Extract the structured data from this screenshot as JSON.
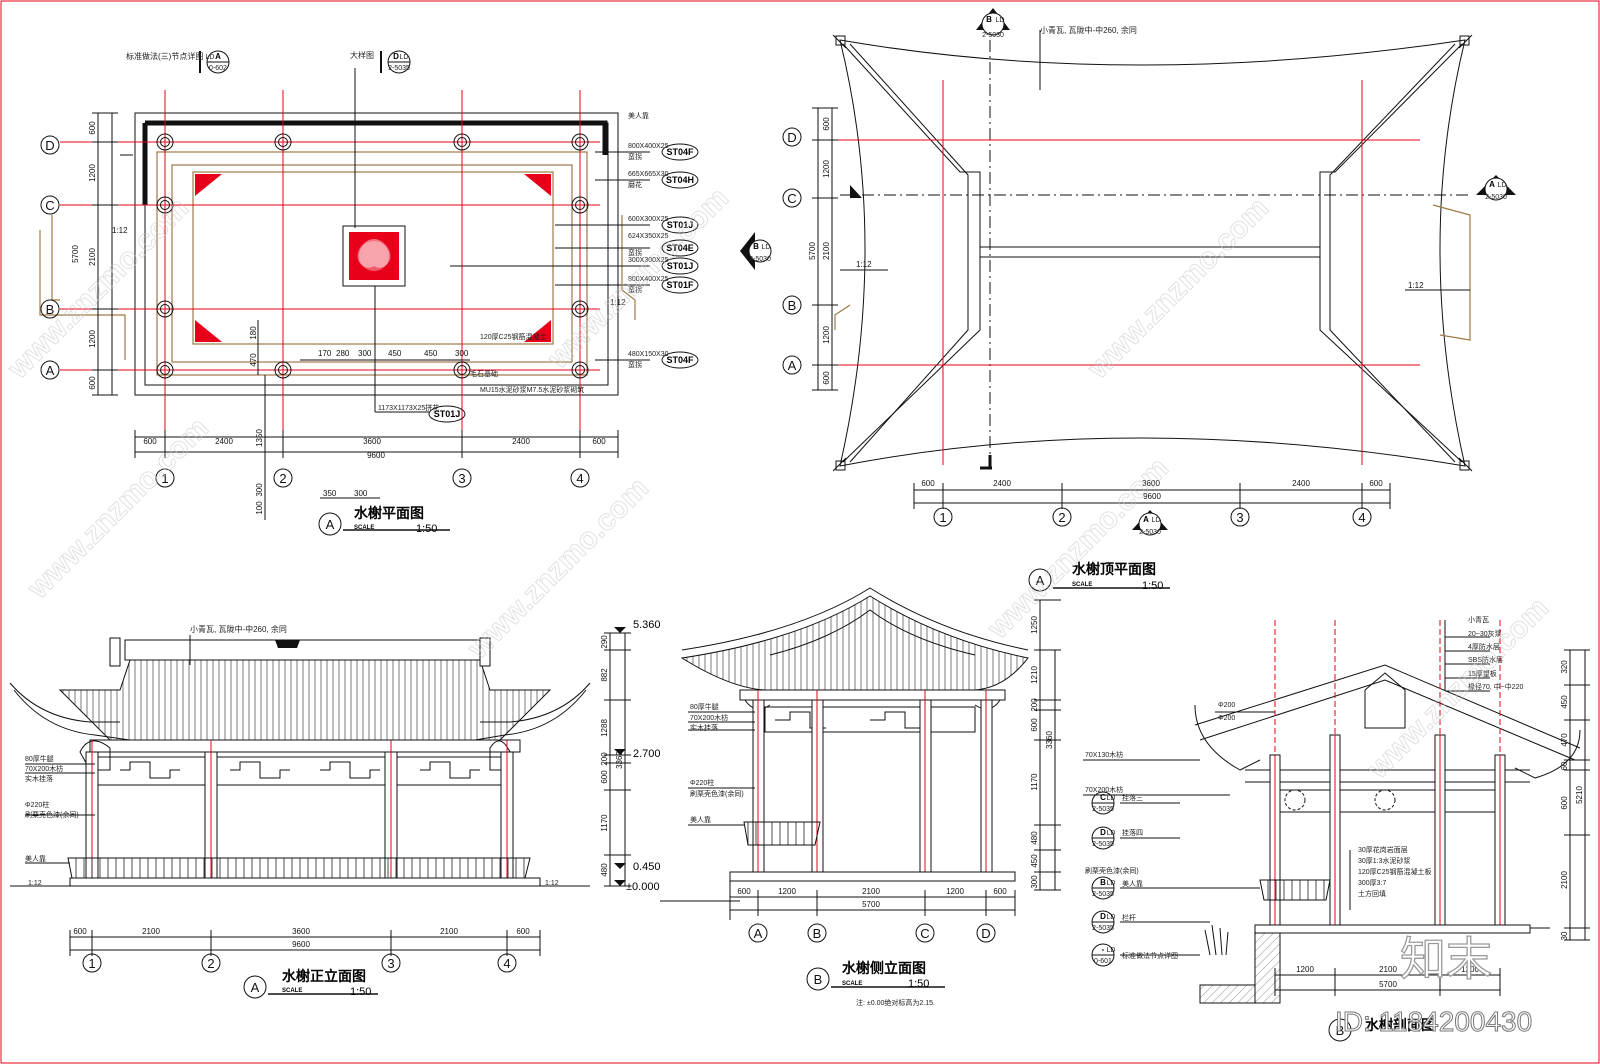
{
  "plan": {
    "title": "水榭平面图",
    "scale_label": "SCALE",
    "ratio": "1:50",
    "view_letter": "A",
    "grid_rows": [
      "D",
      "C",
      "B",
      "A"
    ],
    "grid_cols": [
      "1",
      "2",
      "3",
      "4"
    ],
    "dims_bottom": [
      "600",
      "2400",
      "3600",
      "2400",
      "600"
    ],
    "total": "9600",
    "dims_left": [
      "600",
      "1200",
      "2100",
      "1200",
      "600"
    ],
    "dims_left_total": "5700",
    "slope": "1:12",
    "inner_dims": [
      "170",
      "280",
      "300",
      "450",
      "450",
      "300"
    ],
    "v_dims": [
      "180",
      "470",
      "1350"
    ],
    "small_dims": [
      "350",
      "300",
      "100",
      "300"
    ],
    "note_top_left": "标准做法(三)节点详图",
    "note_top_mid": "大样图",
    "ref_top_left": [
      "A",
      "LD",
      "0-602"
    ],
    "ref_top_mid": [
      "D",
      "LD",
      "2-5035"
    ],
    "notes_right": [
      {
        "text": "美人靠",
        "sub": "",
        "tag": ""
      },
      {
        "text": "800X400X25",
        "sub": "蛮拐",
        "tag": "ST04F"
      },
      {
        "text": "665X665X30",
        "sub": "磨花",
        "tag": "ST04H"
      },
      {
        "text": "600X300X25",
        "sub": "",
        "tag": "ST01J"
      },
      {
        "text": "624X350X25",
        "sub": "蛮拐",
        "tag": "ST04E"
      },
      {
        "text": "300X300X25",
        "sub": "",
        "tag": "ST01J"
      },
      {
        "text": "800X400X25",
        "sub": "蛮拐",
        "tag": "ST01F"
      },
      {
        "text": "480X150X30",
        "sub": "蛮拐",
        "tag": "ST04F"
      }
    ],
    "note_slab": "120厚C25钢筋混凝土",
    "note_base": "毛石基础",
    "note_mortar": "MU15水泥砂浆M7.5水泥砂浆砌筑",
    "note_center": "1173X1173X25拼花",
    "note_center_tag": "ST01J"
  },
  "roof_plan": {
    "title": "水榭顶平面图",
    "scale_label": "SCALE",
    "ratio": "1:50",
    "view_letter": "A",
    "note_top": "小青瓦, 瓦陇中-中260, 余同",
    "grid_rows": [
      "D",
      "C",
      "B",
      "A"
    ],
    "grid_cols": [
      "1",
      "2",
      "3",
      "4"
    ],
    "dims_bottom": [
      "600",
      "2400",
      "3600",
      "2400",
      "600"
    ],
    "total": "9600",
    "dims_left": [
      "600",
      "1200",
      "2100",
      "1200",
      "600"
    ],
    "dims_left_total": "5700",
    "slope": "1:12",
    "refs": [
      [
        "B",
        "LD",
        "2-5030"
      ],
      [
        "A",
        "LD",
        "2-5030"
      ],
      [
        "B",
        "LD",
        "2-5030"
      ],
      [
        "A",
        "LD",
        "2-5030"
      ]
    ]
  },
  "front_elev": {
    "title": "水榭正立面图",
    "scale_label": "SCALE",
    "ratio": "1:50",
    "view_letter": "A",
    "note_top": "小青瓦, 瓦陇中-中260, 余同",
    "notes_left": [
      "80厚牛腿",
      "70X200木枋",
      "实木挂落",
      "Φ220柱",
      "刷栗壳色漆(余同)",
      "美人靠"
    ],
    "levels": [
      "5.360",
      "2.700",
      "0.450",
      "±0.000"
    ],
    "dims_right": [
      "290",
      "882",
      "1288",
      "200",
      "600",
      "1170",
      "480",
      "3360"
    ],
    "slope": "1:12",
    "grid_cols": [
      "1",
      "2",
      "3",
      "4"
    ],
    "dims_bottom": [
      "600",
      "2100",
      "3600",
      "2100",
      "600"
    ],
    "total": "9600"
  },
  "side_elev": {
    "title": "水榭侧立面图",
    "scale_label": "SCALE",
    "ratio": "1:50",
    "view_letter": "B",
    "notes_left": [
      "80厚牛腿",
      "70X200木枋",
      "实木挂落",
      "Φ220柱",
      "刷栗壳色漆(余同)",
      "美人靠"
    ],
    "dims_right": [
      "1250",
      "1210",
      "200",
      "600",
      "3360",
      "1170",
      "480",
      "450",
      "300"
    ],
    "grid_rows": [
      "A",
      "B",
      "C",
      "D"
    ],
    "dims_bottom": [
      "600",
      "1200",
      "2100",
      "1200",
      "600"
    ],
    "total": "5700",
    "footnote": "注: ±0.00绝对标高为2.15."
  },
  "section": {
    "title": "水榭剖面图",
    "view_letter": "B",
    "notes_right": [
      "小青瓦",
      "20~30灰浆",
      "4厚防水层",
      "SBS防水层",
      "15厚望板",
      "椽径70, 中~中220"
    ],
    "notes_left": [
      "Φ200",
      "Φ200",
      "70X130木枋",
      "70X200木枋",
      "挂落三",
      "挂落四",
      "刷栗壳色漆(余同)",
      "美人靠",
      "栏杆",
      "标准做法节点详图"
    ],
    "refs": [
      [
        "C",
        "LD",
        "2-5035"
      ],
      [
        "D",
        "LD",
        "2-5035"
      ],
      [
        "B",
        "LD",
        "2-5035"
      ],
      [
        "D",
        "LD",
        "2-5035"
      ],
      [
        "-",
        "LD",
        "0-601"
      ]
    ],
    "floor_notes": [
      "30厚花岗岩面层",
      "30厚1:3水泥砂浆",
      "120厚C25钢筋混凝土板",
      "300厚3:7",
      "土方回填"
    ],
    "dims_right": [
      "320",
      "450",
      "470",
      "60",
      "600",
      "5210",
      "2100",
      "30"
    ],
    "dims_bottom": [
      "1200",
      "2100",
      "1200"
    ],
    "total": "5700"
  },
  "watermark": {
    "site": "www.znzmo.com",
    "brand": "知末",
    "id_label": "ID: 1184200430"
  }
}
